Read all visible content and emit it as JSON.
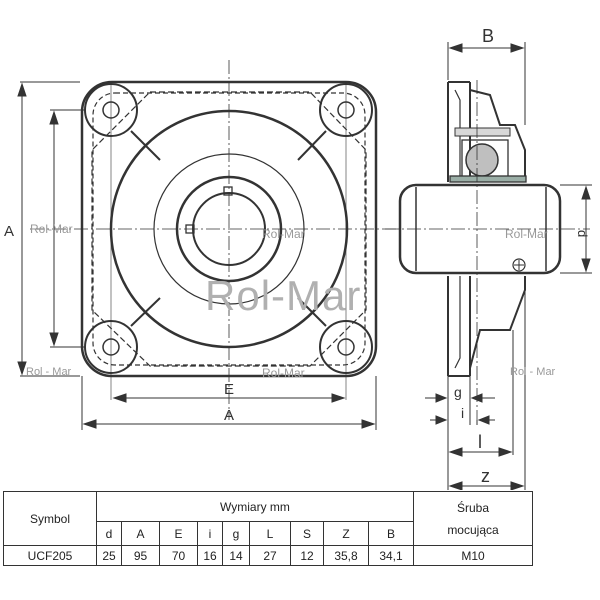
{
  "watermark": {
    "main": "Rol-Mar",
    "small": "Rol-Mar",
    "small_spaced": "Rol - Mar"
  },
  "dimension_labels": {
    "B": "B",
    "A_side": "A",
    "E": "E",
    "A_bottom": "A",
    "d": "d",
    "g": "g",
    "i": "i",
    "l": "l",
    "z": "z"
  },
  "table": {
    "symbol_header": "Symbol",
    "dimensions_header": "Wymiary mm",
    "screw_header_line1": "Śruba",
    "screw_header_line2": "mocująca",
    "columns": [
      "d",
      "A",
      "E",
      "i",
      "g",
      "L",
      "S",
      "Z",
      "B"
    ],
    "row": {
      "symbol": "UCF205",
      "values": [
        "25",
        "95",
        "70",
        "16",
        "14",
        "27",
        "12",
        "35,8",
        "34,1"
      ],
      "screw": "M10"
    }
  }
}
